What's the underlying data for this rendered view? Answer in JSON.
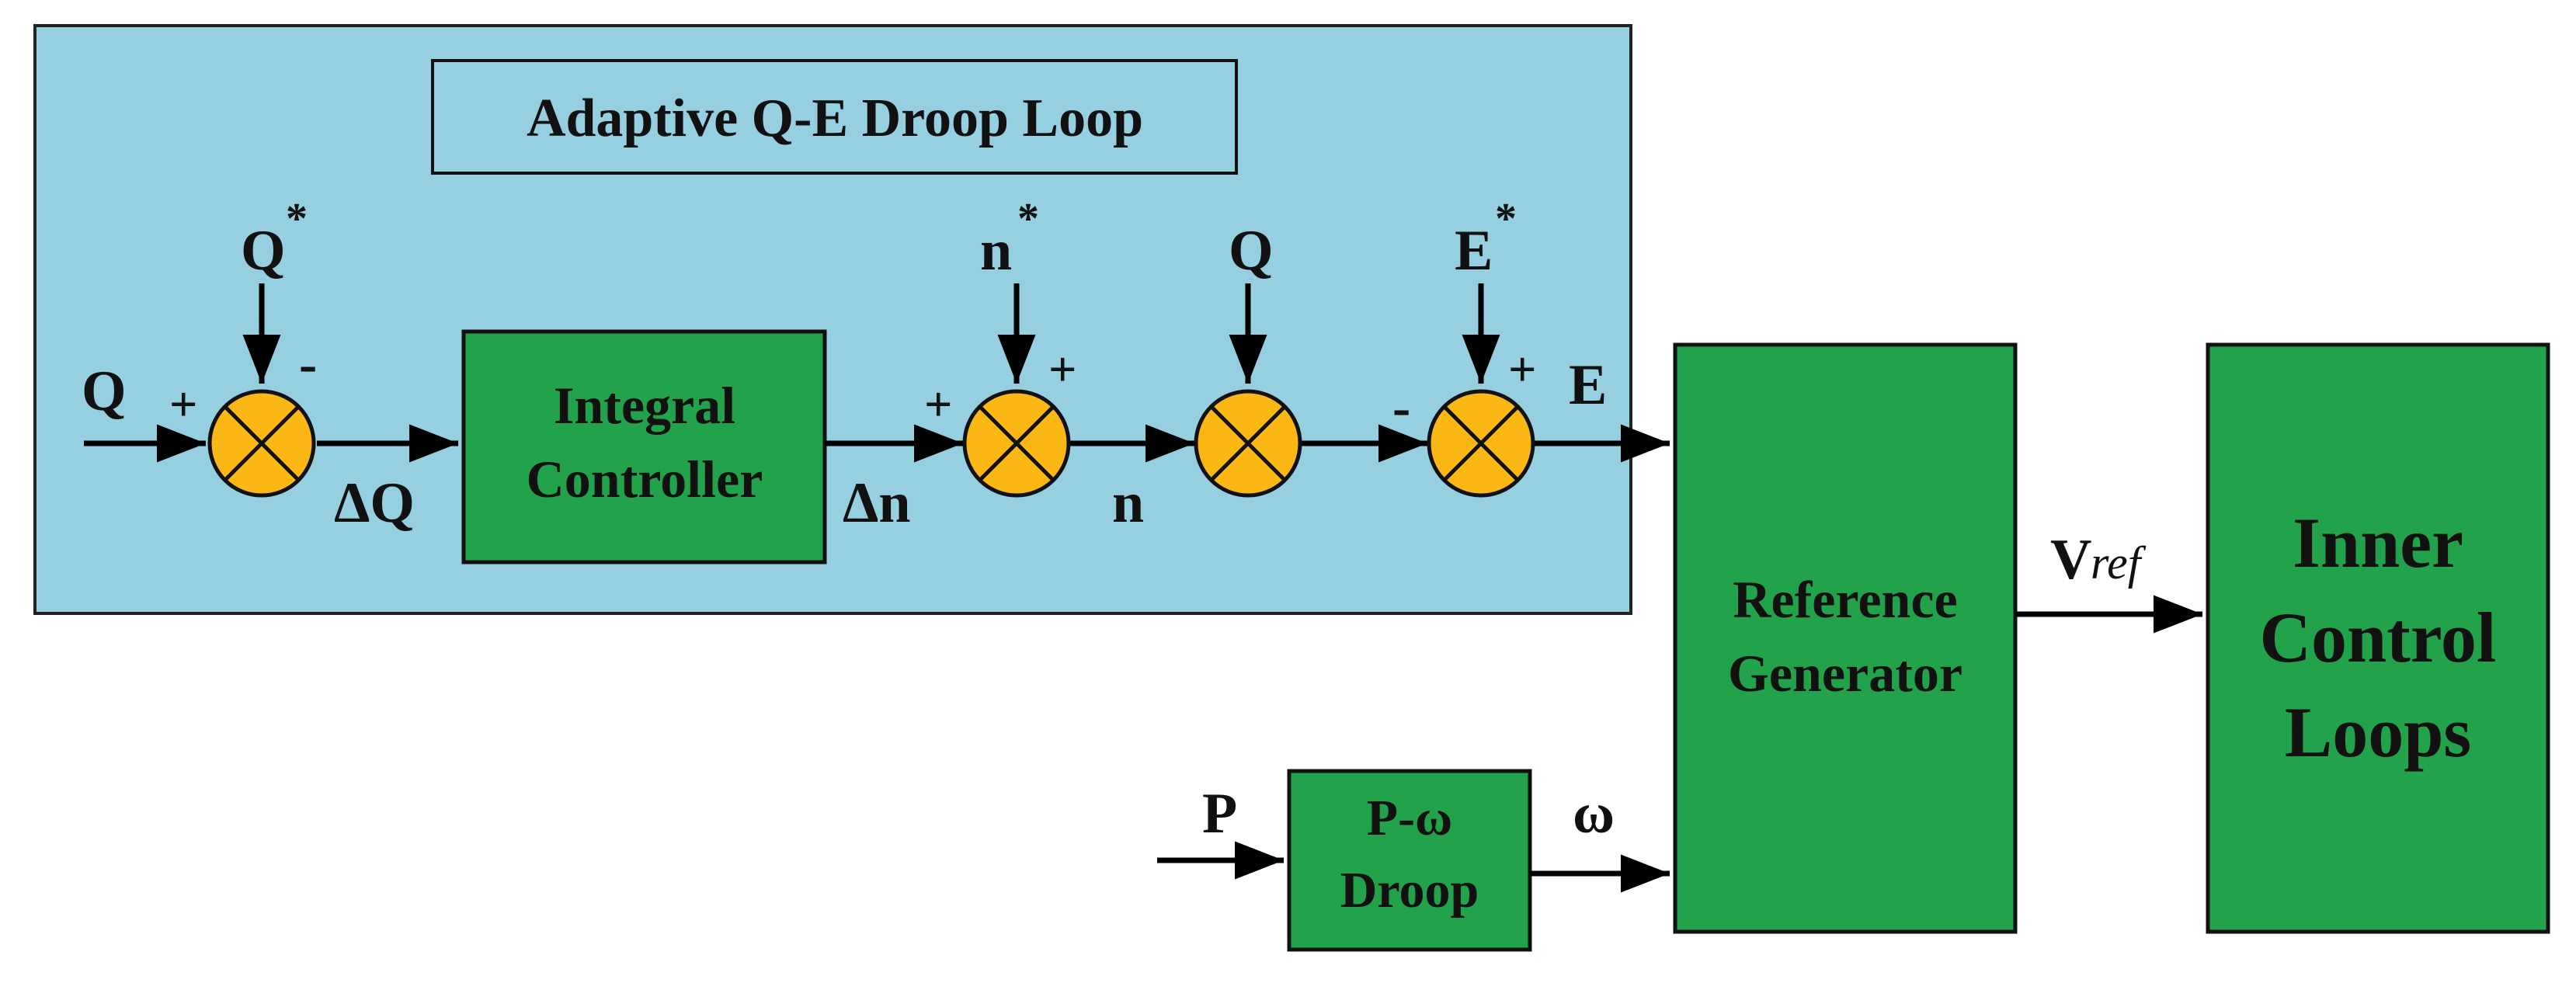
{
  "diagram": {
    "title": "Adaptive Q-E Droop Loop",
    "blocks": {
      "integral": [
        "Integral",
        "Controller"
      ],
      "reference": [
        "Reference",
        "Generator"
      ],
      "inner": [
        "Inner",
        "Control",
        "Loops"
      ],
      "droop": [
        "P-ω",
        "Droop"
      ]
    },
    "signals": {
      "q_in": "Q",
      "q_star": "Q",
      "n_star": "n",
      "q_mid": "Q",
      "e_star": "E",
      "e_out": "E",
      "delta_q": "ΔQ",
      "delta_n": "Δn",
      "n": "n",
      "p": "P",
      "omega": "ω",
      "vref_main": "V",
      "vref_sub": "ref"
    },
    "superscripts": {
      "star": "*"
    },
    "signs": {
      "s1_plus": "+",
      "s1_minus": "-",
      "s2_plus_left": "+",
      "s2_plus_top": "+",
      "s4_minus": "-",
      "s4_plus": "+"
    },
    "colors": {
      "panel_fill": "#96cfdf",
      "block_fill": "#22a24a",
      "summer_fill": "#fbb814"
    }
  }
}
